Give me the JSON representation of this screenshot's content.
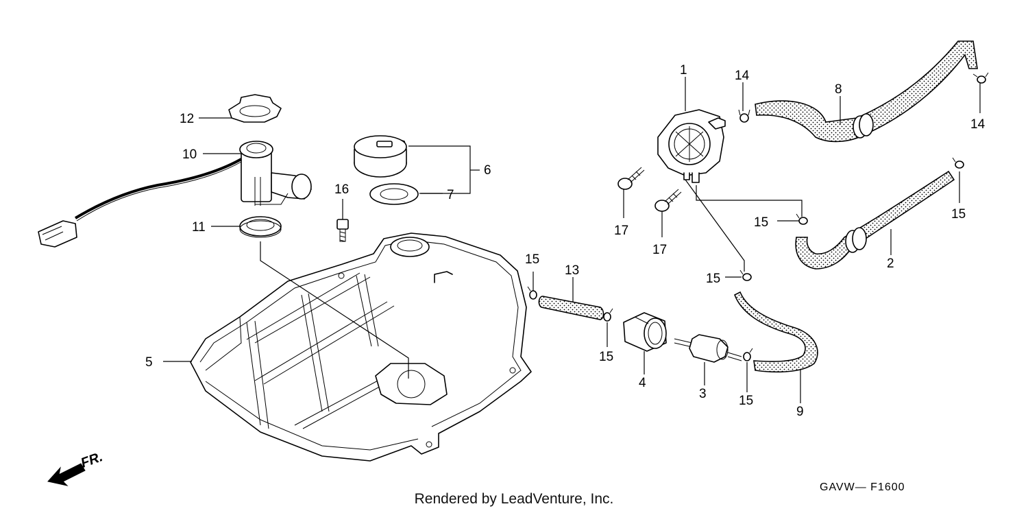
{
  "diagram": {
    "callouts": [
      "1",
      "2",
      "3",
      "4",
      "5",
      "6",
      "7",
      "8",
      "9",
      "10",
      "11",
      "12",
      "13",
      "14",
      "14",
      "15",
      "15",
      "15",
      "15",
      "15",
      "15",
      "16",
      "17",
      "17"
    ],
    "direction_label": "FR.",
    "diagram_code": "GAVW— F1600",
    "footer_credit": "Rendered by LeadVenture, Inc."
  }
}
